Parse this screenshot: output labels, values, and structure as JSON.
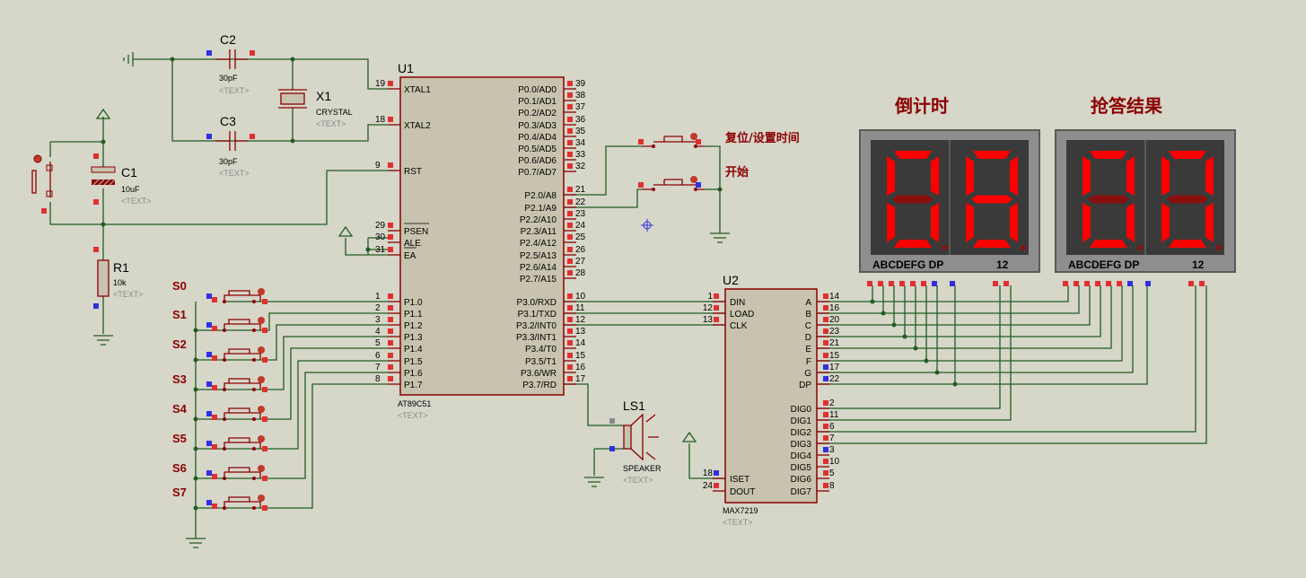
{
  "u1": {
    "ref": "U1",
    "part": "AT89C51",
    "text": "<TEXT>",
    "left_pins": [
      {
        "num": "19",
        "name": "XTAL1"
      },
      {
        "num": "18",
        "name": "XTAL2"
      },
      {
        "num": "9",
        "name": "RST"
      },
      {
        "num": "29",
        "name": "PSEN"
      },
      {
        "num": "30",
        "name": "ALE"
      },
      {
        "num": "31",
        "name": "EA"
      },
      {
        "num": "1",
        "name": "P1.0"
      },
      {
        "num": "2",
        "name": "P1.1"
      },
      {
        "num": "3",
        "name": "P1.2"
      },
      {
        "num": "4",
        "name": "P1.3"
      },
      {
        "num": "5",
        "name": "P1.4"
      },
      {
        "num": "6",
        "name": "P1.5"
      },
      {
        "num": "7",
        "name": "P1.6"
      },
      {
        "num": "8",
        "name": "P1.7"
      }
    ],
    "right_pins": [
      {
        "num": "39",
        "name": "P0.0/AD0"
      },
      {
        "num": "38",
        "name": "P0.1/AD1"
      },
      {
        "num": "37",
        "name": "P0.2/AD2"
      },
      {
        "num": "36",
        "name": "P0.3/AD3"
      },
      {
        "num": "35",
        "name": "P0.4/AD4"
      },
      {
        "num": "34",
        "name": "P0.5/AD5"
      },
      {
        "num": "33",
        "name": "P0.6/AD6"
      },
      {
        "num": "32",
        "name": "P0.7/AD7"
      },
      {
        "num": "21",
        "name": "P2.0/A8"
      },
      {
        "num": "22",
        "name": "P2.1/A9"
      },
      {
        "num": "23",
        "name": "P2.2/A10"
      },
      {
        "num": "24",
        "name": "P2.3/A11"
      },
      {
        "num": "25",
        "name": "P2.4/A12"
      },
      {
        "num": "26",
        "name": "P2.5/A13"
      },
      {
        "num": "27",
        "name": "P2.6/A14"
      },
      {
        "num": "28",
        "name": "P2.7/A15"
      },
      {
        "num": "10",
        "name": "P3.0/RXD"
      },
      {
        "num": "11",
        "name": "P3.1/TXD"
      },
      {
        "num": "12",
        "name": "P3.2/INT0"
      },
      {
        "num": "13",
        "name": "P3.3/INT1"
      },
      {
        "num": "14",
        "name": "P3.4/T0"
      },
      {
        "num": "15",
        "name": "P3.5/T1"
      },
      {
        "num": "16",
        "name": "P3.6/WR"
      },
      {
        "num": "17",
        "name": "P3.7/RD"
      }
    ]
  },
  "u2": {
    "ref": "U2",
    "part": "MAX7219",
    "text": "<TEXT>",
    "left_pins": [
      {
        "num": "1",
        "name": "DIN"
      },
      {
        "num": "12",
        "name": "LOAD"
      },
      {
        "num": "13",
        "name": "CLK"
      },
      {
        "num": "18",
        "name": "ISET"
      },
      {
        "num": "24",
        "name": "DOUT"
      }
    ],
    "right_pins": [
      {
        "num": "14",
        "name": "A"
      },
      {
        "num": "16",
        "name": "B"
      },
      {
        "num": "20",
        "name": "C"
      },
      {
        "num": "23",
        "name": "D"
      },
      {
        "num": "21",
        "name": "E"
      },
      {
        "num": "15",
        "name": "F"
      },
      {
        "num": "17",
        "name": "G"
      },
      {
        "num": "22",
        "name": "DP"
      },
      {
        "num": "2",
        "name": "DIG0"
      },
      {
        "num": "11",
        "name": "DIG1"
      },
      {
        "num": "6",
        "name": "DIG2"
      },
      {
        "num": "7",
        "name": "DIG3"
      },
      {
        "num": "3",
        "name": "DIG4"
      },
      {
        "num": "10",
        "name": "DIG5"
      },
      {
        "num": "5",
        "name": "DIG6"
      },
      {
        "num": "8",
        "name": "DIG7"
      }
    ]
  },
  "c2": {
    "ref": "C2",
    "value": "30pF",
    "text": "<TEXT>"
  },
  "c3": {
    "ref": "C3",
    "value": "30pF",
    "text": "<TEXT>"
  },
  "x1": {
    "ref": "X1",
    "value": "CRYSTAL",
    "text": "<TEXT>"
  },
  "c1": {
    "ref": "C1",
    "value": "10uF",
    "text": "<TEXT>"
  },
  "r1": {
    "ref": "R1",
    "value": "10k",
    "text": "<TEXT>"
  },
  "ls1": {
    "ref": "LS1",
    "value": "SPEAKER",
    "text": "<TEXT>"
  },
  "switches": [
    "S0",
    "S1",
    "S2",
    "S3",
    "S4",
    "S5",
    "S6",
    "S7"
  ],
  "labels": {
    "reset": "复位/设置时间",
    "start": "开始",
    "countdown": "倒计时",
    "result": "抢答结果"
  },
  "displays": [
    {
      "label": "ABCDEFG  DP",
      "digits_label": "12",
      "digits": [
        "0",
        "8"
      ]
    },
    {
      "label": "ABCDEFG  DP",
      "digits_label": "12",
      "digits": [
        "0",
        "0"
      ]
    }
  ],
  "colors": {
    "background": "#d6d6c9",
    "wire": "#215e21",
    "component": "#8b0000",
    "segment_on": "#ff0000",
    "pin_red": "#e03030",
    "pin_blue": "#3030e0"
  }
}
